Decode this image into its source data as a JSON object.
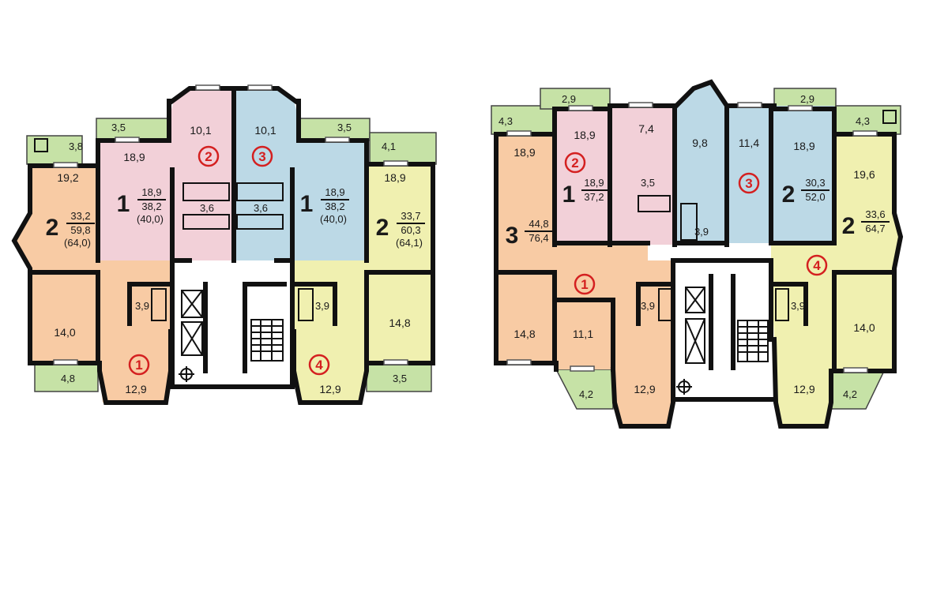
{
  "colors": {
    "orange": "#f8cba4",
    "pink": "#f2d0d8",
    "blue": "#bcd9e6",
    "yellow": "#f0f0b0",
    "green": "#c6e2a6",
    "white": "#ffffff",
    "marker": "#d42020"
  },
  "plan1": {
    "balconies": {
      "b_left_top": "3,8",
      "b_l1_top": "3,5",
      "b_r1_top": "3,5",
      "b_right_top": "4,1",
      "b_left_bot": "4,8",
      "b_right_bot": "3,5"
    },
    "rooms": {
      "r1": "19,2",
      "r2": "18,9",
      "r3": "10,1",
      "r4": "10,1",
      "r5": "18,9",
      "r6": "14,0",
      "r7": "12,9",
      "r8": "12,9",
      "r9": "14,8",
      "bath1": "3,6",
      "bath2": "3,6",
      "bath3": "3,9",
      "bath4": "3,9"
    },
    "apts": {
      "a1": {
        "rooms": "2",
        "living": "33,2",
        "total": "59,8",
        "extra": "(64,0)"
      },
      "a2": {
        "rooms": "1",
        "living": "18,9",
        "total": "38,2",
        "extra": "(40,0)"
      },
      "a3": {
        "rooms": "1",
        "living": "18,9",
        "total": "38,2",
        "extra": "(40,0)"
      },
      "a4": {
        "rooms": "2",
        "living": "33,7",
        "total": "60,3",
        "extra": "(64,1)"
      }
    },
    "markers": {
      "m1": "1",
      "m2": "2",
      "m3": "3",
      "m4": "4"
    }
  },
  "plan2": {
    "balconies": {
      "b1": "4,3",
      "b2": "2,9",
      "b3": "2,9",
      "b4": "4,3",
      "b5": "4,2",
      "b6": "4,2"
    },
    "rooms": {
      "r1": "18,9",
      "r2": "18,9",
      "r3": "7,4",
      "r4": "9,8",
      "r5": "11,4",
      "r6": "18,9",
      "r7": "19,6",
      "r8": "14,8",
      "r9": "11,1",
      "r10": "12,9",
      "r11": "12,9",
      "r12": "14,0",
      "bath1": "3,5",
      "bath2": "3,9",
      "bath3": "3,9",
      "bath4": "3,9"
    },
    "apts": {
      "a1": {
        "rooms": "3",
        "living": "44,8",
        "total": "76,4"
      },
      "a2": {
        "rooms": "1",
        "living": "18,9",
        "total": "37,2"
      },
      "a3": {
        "rooms": "2",
        "living": "30,3",
        "total": "52,0"
      },
      "a4": {
        "rooms": "2",
        "living": "33,6",
        "total": "64,7"
      }
    },
    "markers": {
      "m1": "1",
      "m2": "2",
      "m3": "3",
      "m4": "4"
    }
  }
}
